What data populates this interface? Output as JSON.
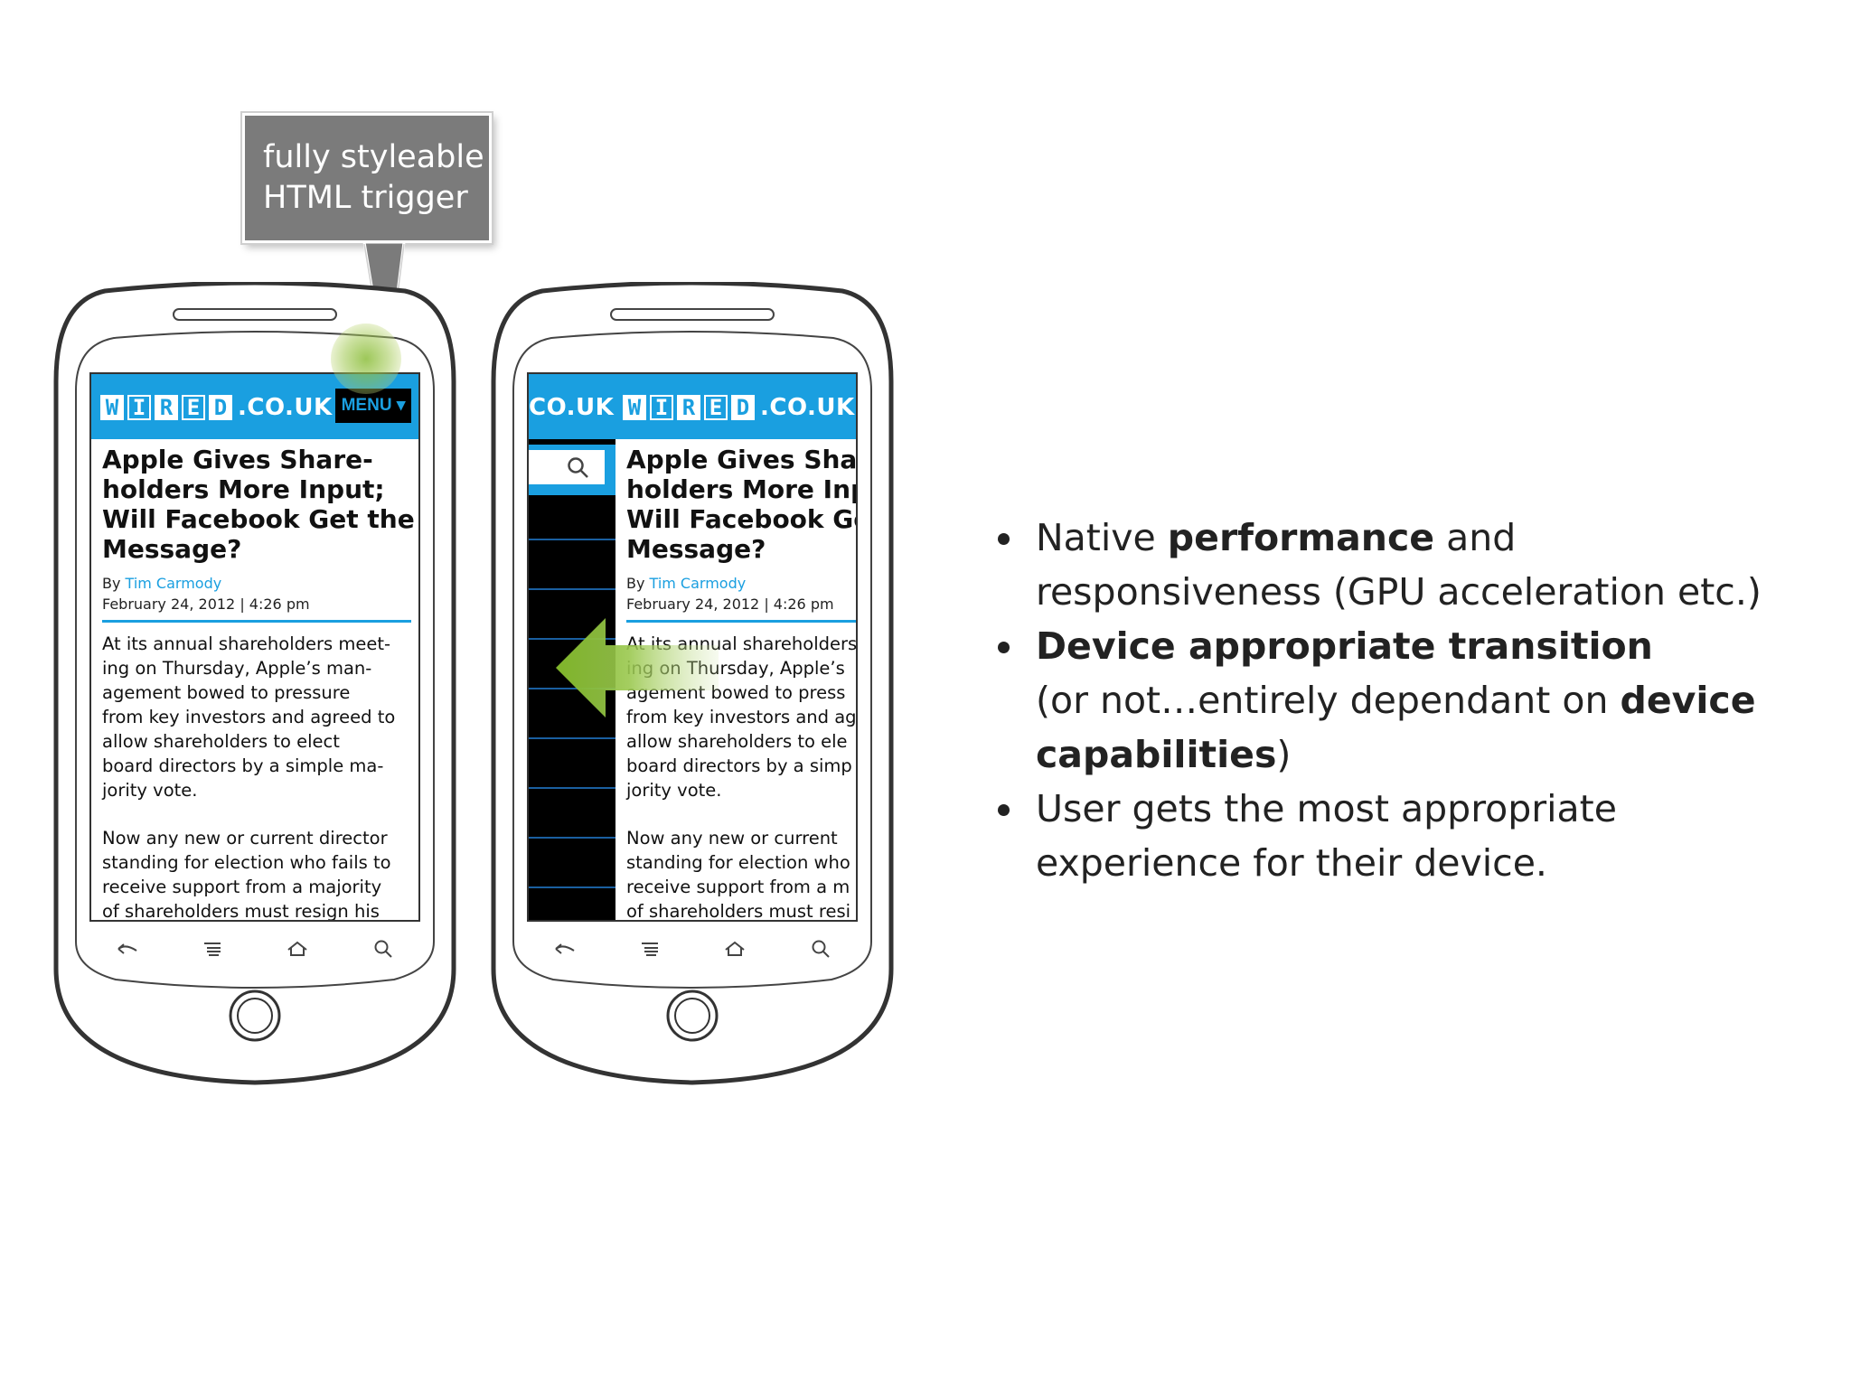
{
  "callout": {
    "line1": "fully styleable",
    "line2": "HTML trigger"
  },
  "article": {
    "logo_letters": [
      "W",
      "I",
      "R",
      "E",
      "D"
    ],
    "logo_suffix": ".CO.UK",
    "logo_suffix_partial": "CO.UK",
    "menu_label": "MENU ▾",
    "headline_1": [
      "Apple Gives Share-",
      "holders More Input;",
      "Will Facebook Get the",
      "Message?"
    ],
    "headline_2": [
      "Apple Gives Share",
      "holders More Inpu",
      "Will Facebook Ge",
      "Message?"
    ],
    "by_prefix": "By ",
    "author": "Tim Carmody",
    "date": "February 24, 2012 |  4:26 pm",
    "para1_1": [
      "At its annual shareholders meet-",
      "ing on Thursday, Apple’s man-",
      "agement bowed to pressure",
      "from key investors and agreed to",
      "allow shareholders to elect",
      "board directors by a simple ma-",
      "jority vote."
    ],
    "para2_1": [
      "Now any new or current director",
      "standing for election who fails to",
      "receive support from a majority",
      "of shareholders must resign his"
    ],
    "para1_2": [
      "At its annual shareholders",
      "ing on Thursday, Apple’s",
      "agement bowed to press",
      "from key investors and ag",
      "allow shareholders to ele",
      "board directors by a simp",
      "jority vote."
    ],
    "para2_2": [
      "Now any new or current",
      "standing for election who",
      "receive support from a m",
      "of shareholders must resi"
    ]
  },
  "bullets": {
    "b1_pre": "Native ",
    "b1_bold": "performance",
    "b1_post": " and",
    "b1_line2": "responsiveness (GPU acceleration etc.)",
    "b2_bold": "Device appropriate transition",
    "b2_line2_pre": "(or not…entirely dependant on ",
    "b2_line2_bold": "device",
    "b2_line3_bold": "capabilities",
    "b2_line3_post": ")",
    "b3_line1": "User gets the most appropriate",
    "b3_line2": "experience for their device."
  },
  "colors": {
    "brand_blue": "#1a9fe0",
    "callout_gray": "#7b7b7b",
    "arrow_green": "#8cbf3a"
  },
  "icons": {
    "nav": [
      "back-arrow-icon",
      "menu-lines-icon",
      "home-icon",
      "search-icon"
    ]
  }
}
